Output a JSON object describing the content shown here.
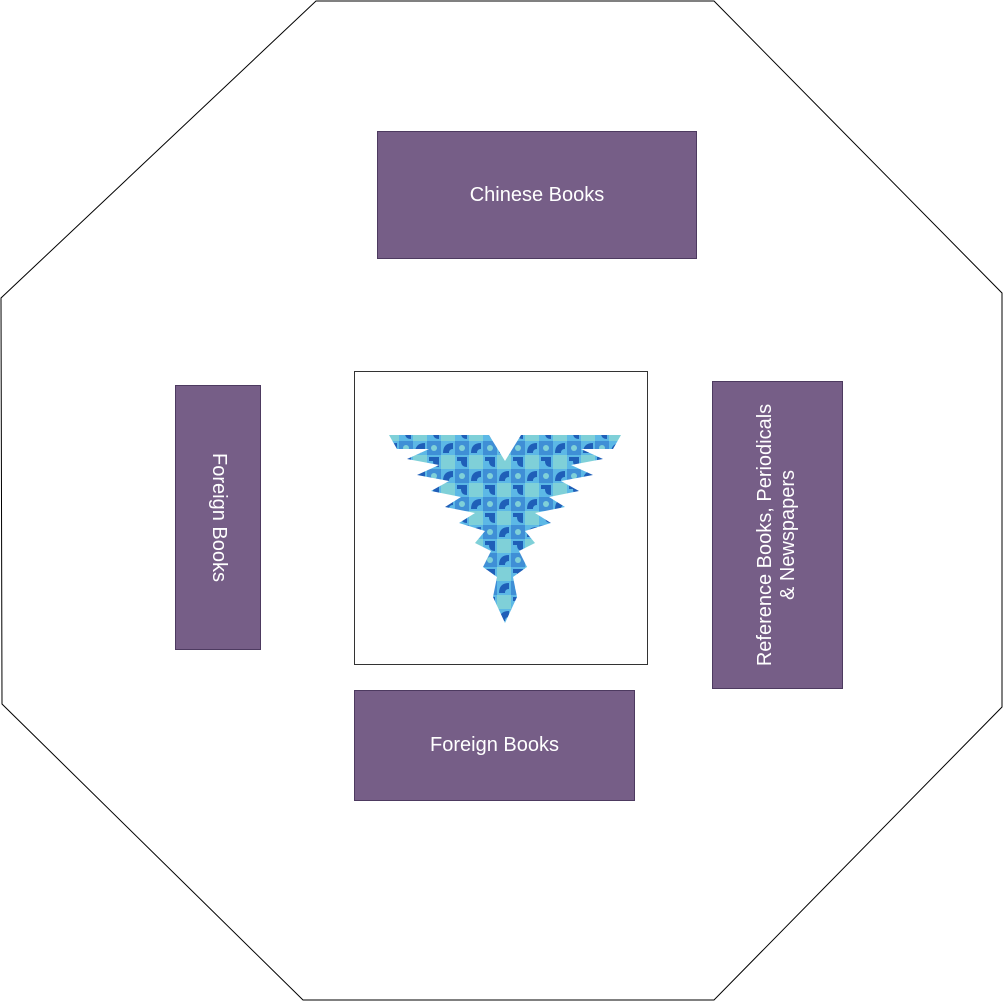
{
  "colors": {
    "zone_fill": "#765e87",
    "zone_text": "#ffffff",
    "outline": "#000000",
    "logo_blue_light": "#5cb8e6",
    "logo_blue_dark": "#1f5fb8",
    "logo_teal": "#7fd0d8"
  },
  "zones": {
    "top": {
      "label": "Chinese Books"
    },
    "bottom": {
      "label": "Foreign Books"
    },
    "left": {
      "label": "Foreign Books"
    },
    "right": {
      "line1": "Reference Books, Periodicals",
      "line2": "& Newspapers"
    }
  },
  "center": {
    "icon": "phoenix-logo-icon"
  }
}
